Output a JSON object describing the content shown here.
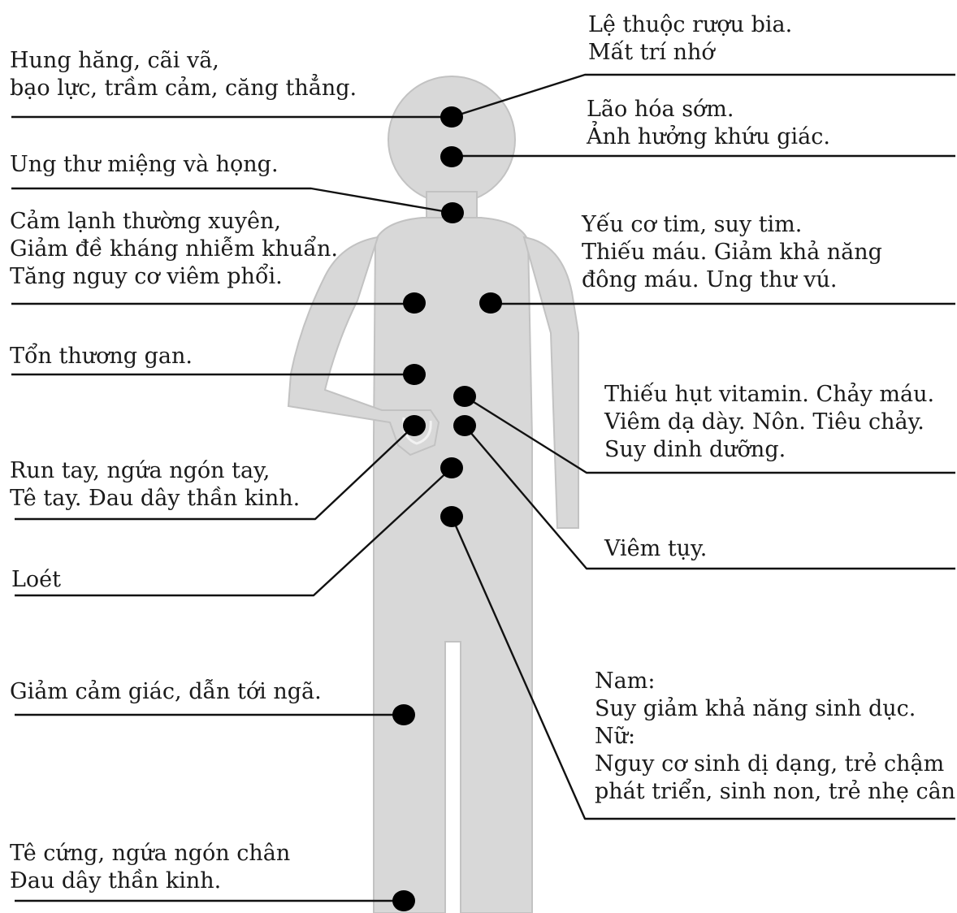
{
  "colors": {
    "body_fill": "#d8d8d8",
    "body_outline": "#bdbdbd",
    "line": "#111111",
    "dot": "#000000",
    "text": "#1a1a1a"
  },
  "left_labels": [
    {
      "id": "mental",
      "lines": [
        "Hung hăng, cãi vã,",
        "bạo lực, trầm cảm, căng thẳng."
      ]
    },
    {
      "id": "oral-cancer",
      "lines": [
        "Ung thư miệng và họng."
      ]
    },
    {
      "id": "immune",
      "lines": [
        "Cảm lạnh thường xuyên,",
        "Giảm đề kháng nhiễm khuẩn.",
        "Tăng nguy cơ viêm phổi."
      ]
    },
    {
      "id": "liver",
      "lines": [
        "Tổn thương gan."
      ]
    },
    {
      "id": "hand-nerve",
      "lines": [
        "Run tay, ngứa ngón tay,",
        "Tê tay. Đau dây thần kinh."
      ]
    },
    {
      "id": "ulcer",
      "lines": [
        "Loét"
      ]
    },
    {
      "id": "falls",
      "lines": [
        "Giảm cảm giác, dẫn tới ngã."
      ]
    },
    {
      "id": "foot-nerve",
      "lines": [
        "Tê cứng, ngứa ngón chân",
        "Đau dây thần kinh."
      ]
    }
  ],
  "right_labels": [
    {
      "id": "dependence",
      "lines": [
        "Lệ thuộc rượu bia.",
        "Mất trí nhớ"
      ]
    },
    {
      "id": "aging",
      "lines": [
        "Lão hóa sớm.",
        "Ảnh hưởng khứu giác."
      ]
    },
    {
      "id": "heart",
      "lines": [
        "Yếu cơ tim, suy tim.",
        "Thiếu máu. Giảm khả năng",
        "đông máu. Ung thư vú."
      ]
    },
    {
      "id": "stomach",
      "lines": [
        "Thiếu hụt vitamin. Chảy máu.",
        "Viêm dạ dày. Nôn. Tiêu chảy.",
        "Suy dinh dưỡng."
      ]
    },
    {
      "id": "pancreas",
      "lines": [
        "Viêm tụy."
      ]
    },
    {
      "id": "reproductive",
      "lines": [
        "Nam:",
        "Suy giảm khả năng sinh dục.",
        "Nữ:",
        "Nguy cơ sinh dị dạng, trẻ chậm",
        "phát triển, sinh non, trẻ nhẹ cân."
      ]
    }
  ]
}
